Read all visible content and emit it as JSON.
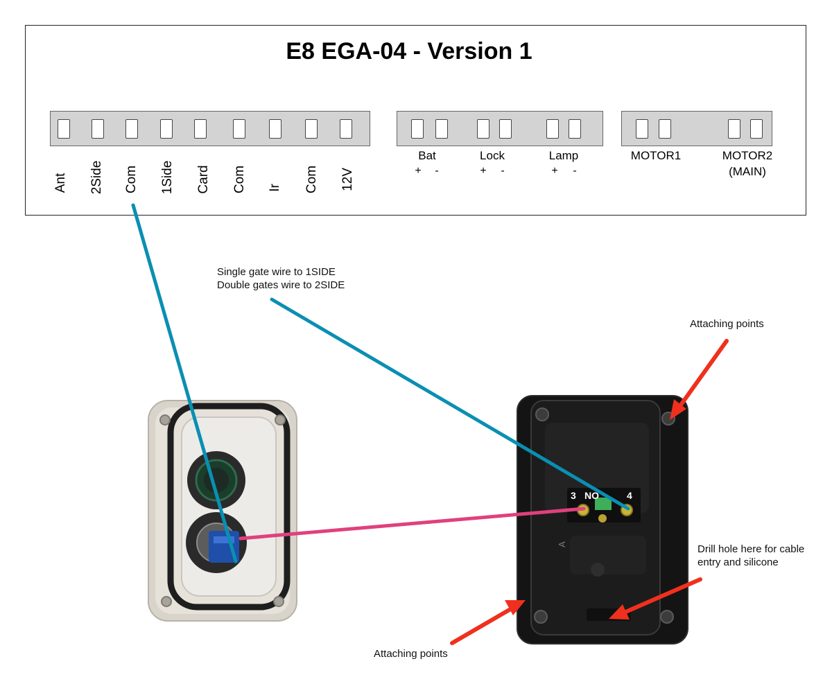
{
  "board": {
    "title": "E8 EGA-04 - Version 1",
    "left_terminals": [
      "Ant",
      "2Side",
      "Com",
      "1Side",
      "Card",
      "Com",
      "Ir",
      "Com",
      "12V"
    ],
    "mid_groups": [
      {
        "label": "Bat",
        "plus": "+",
        "minus": "-"
      },
      {
        "label": "Lock",
        "plus": "+",
        "minus": "-"
      },
      {
        "label": "Lamp",
        "plus": "+",
        "minus": "-"
      }
    ],
    "motors": [
      {
        "label": "MOTOR1",
        "sub": ""
      },
      {
        "label": "MOTOR2",
        "sub": "(MAIN)"
      }
    ]
  },
  "annotations": {
    "gate_wire_line1": "Single gate wire to 1SIDE",
    "gate_wire_line2": "Double gates wire to 2SIDE",
    "attach_top": "Attaching points",
    "attach_bottom": "Attaching points",
    "drill_line1": "Drill hole here for cable",
    "drill_line2": "entry and silicone"
  },
  "switch_labels": {
    "left_terminal": "3",
    "mode": "NO",
    "right_terminal": "4",
    "side_mark": "A"
  },
  "colors": {
    "wire_blue": "#0a8fb2",
    "wire_pink": "#e0407d",
    "arrow_red": "#f0301e",
    "strip_grey": "#d3d3d3"
  }
}
